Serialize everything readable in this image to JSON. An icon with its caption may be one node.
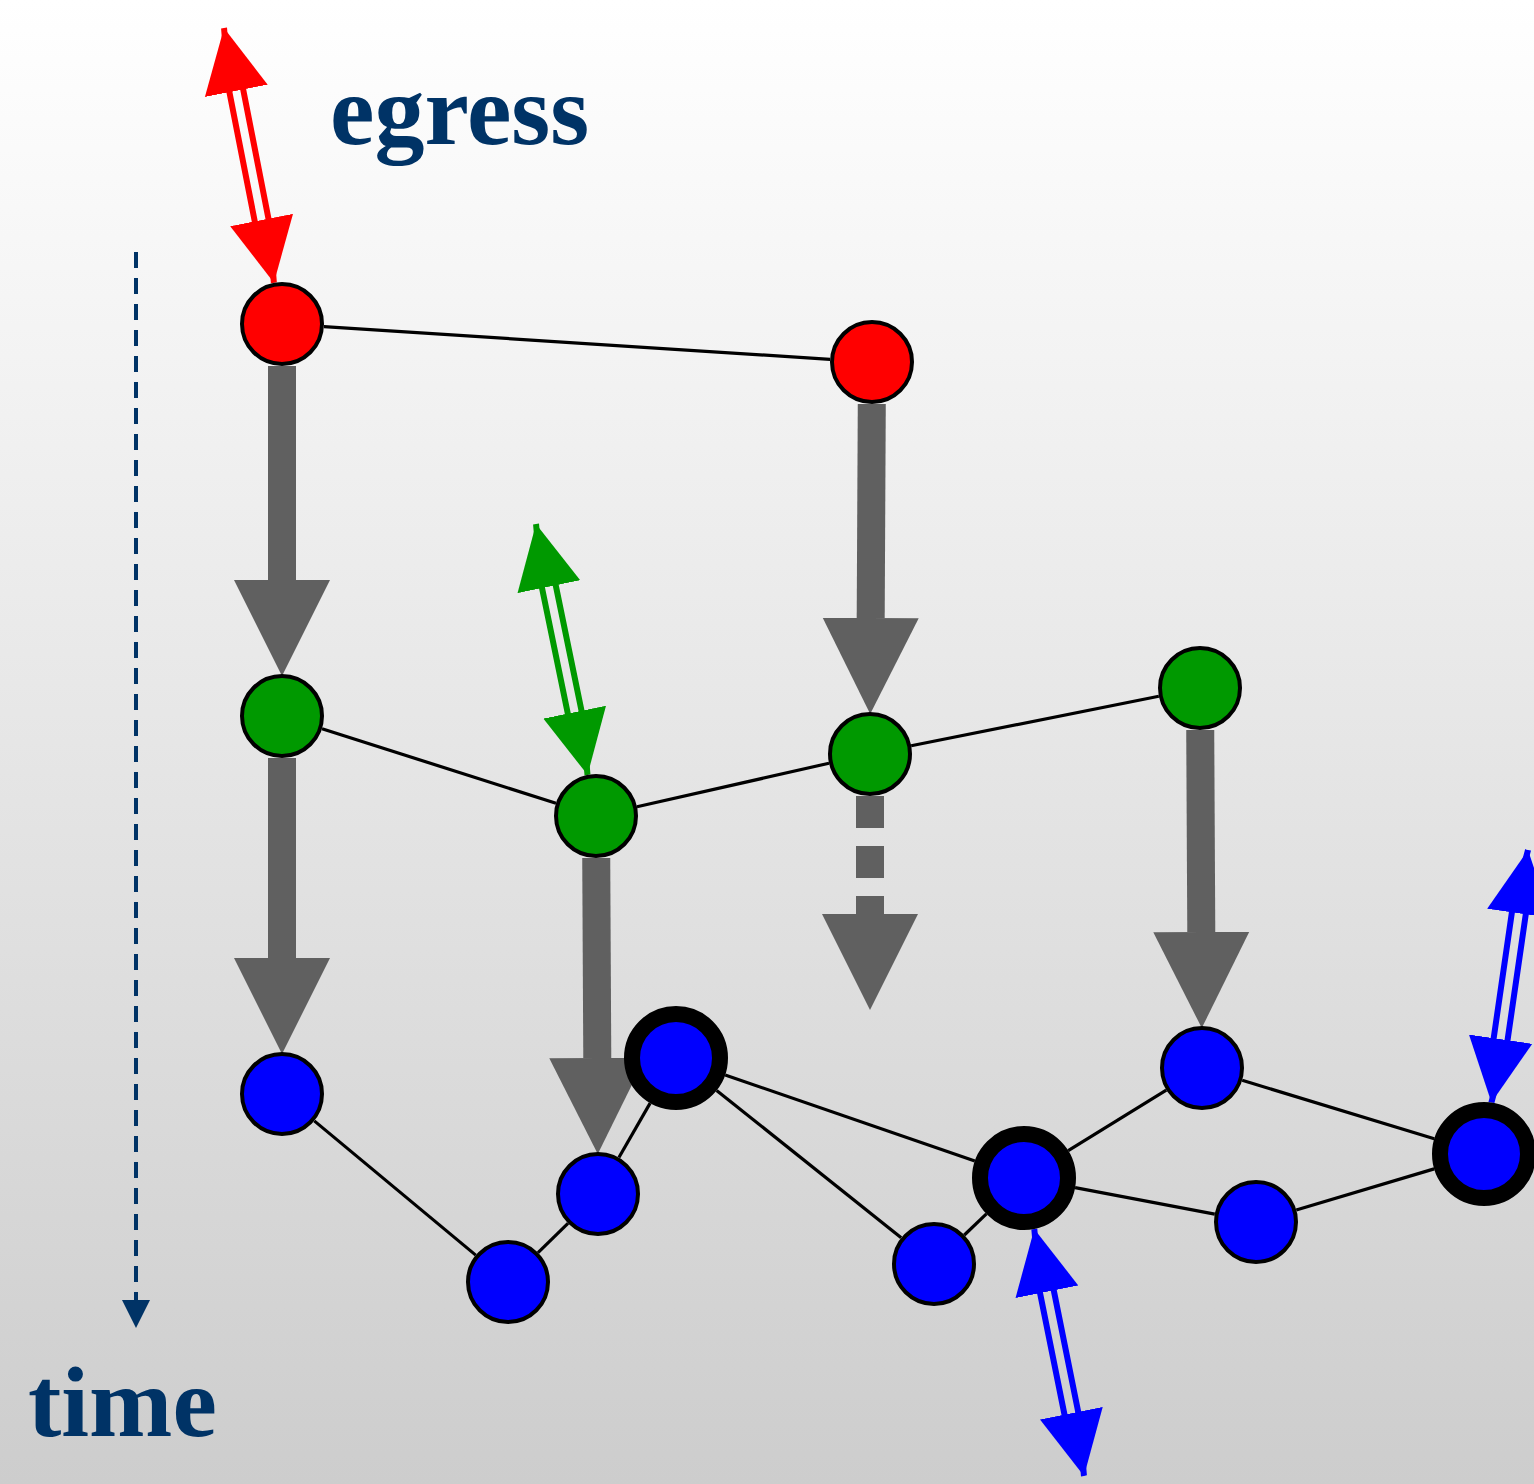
{
  "diagram": {
    "nodes": [
      {
        "text": [],
        "shape": "circle"
      },
      {
        "text": [],
        "shape": "circle"
      },
      {
        "text": [],
        "shape": "circle"
      },
      {
        "text": [],
        "shape": "circle"
      },
      {
        "text": [],
        "shape": "circle"
      },
      {
        "text": [],
        "shape": "circle"
      },
      {
        "text": [],
        "shape": "circle"
      },
      {
        "text": [],
        "shape": "circle"
      },
      {
        "text": [],
        "shape": "circle"
      },
      {
        "text": [],
        "shape": "circle"
      },
      {
        "text": [],
        "shape": "circle"
      },
      {
        "text": [],
        "shape": "circle"
      },
      {
        "text": [],
        "shape": "circle"
      },
      {
        "text": [],
        "shape": "circle"
      },
      {
        "text": [],
        "shape": "circle"
      }
    ],
    "edges": [
      {
        "from": null,
        "to": 0,
        "arrow": "both",
        "color": "#ff0000"
      },
      {
        "from": 0,
        "to": 1,
        "arrow": "none"
      },
      {
        "from": 0,
        "to": 2,
        "arrow": "to",
        "style": "thick",
        "color": "#606060"
      },
      {
        "from": 1,
        "to": 4,
        "arrow": "to",
        "style": "thick",
        "color": "#606060"
      },
      {
        "from": null,
        "to": 5,
        "arrow": "both",
        "color": "#009900"
      },
      {
        "from": 2,
        "to": 5,
        "arrow": "none"
      },
      {
        "from": 5,
        "to": 4,
        "arrow": "none"
      },
      {
        "from": 4,
        "to": 3,
        "arrow": "none"
      },
      {
        "from": 2,
        "to": 6,
        "arrow": "to",
        "style": "thick",
        "color": "#606060"
      },
      {
        "from": 5,
        "to": 11,
        "arrow": "to",
        "style": "thick",
        "color": "#606060"
      },
      {
        "from": 4,
        "to": null,
        "arrow": "to",
        "style": "dashed",
        "color": "#606060"
      },
      {
        "from": 3,
        "to": 8,
        "arrow": "to",
        "style": "thick",
        "color": "#606060"
      },
      {
        "from": null,
        "to": 9,
        "arrow": "both",
        "color": "#0000ff"
      },
      {
        "from": 6,
        "to": 14,
        "arrow": "none"
      },
      {
        "from": 14,
        "to": 11,
        "arrow": "none"
      },
      {
        "from": 11,
        "to": 7,
        "arrow": "none"
      },
      {
        "from": 7,
        "to": 10,
        "arrow": "none"
      },
      {
        "from": 7,
        "to": 13,
        "arrow": "none"
      },
      {
        "from": 13,
        "to": 10,
        "arrow": "none"
      },
      {
        "from": 10,
        "to": 8,
        "arrow": "none"
      },
      {
        "from": 8,
        "to": 9,
        "arrow": "none"
      },
      {
        "from": 10,
        "to": 12,
        "arrow": "none"
      },
      {
        "from": 12,
        "to": 9,
        "arrow": "none"
      },
      {
        "from": null,
        "to": 10,
        "arrow": "both",
        "color": "#0000ff"
      }
    ],
    "labels": [
      "egress",
      "time"
    ]
  }
}
